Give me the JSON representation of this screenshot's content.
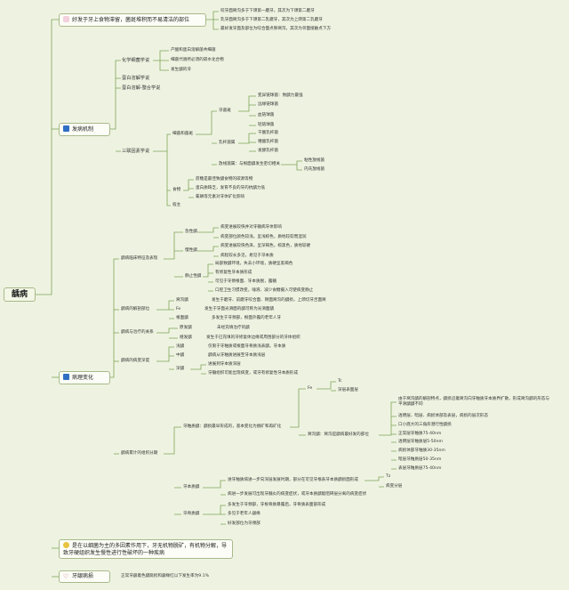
{
  "root": "龋病",
  "top1": "好发于牙上食物滞留，菌斑堆积而不易清洁的部位",
  "top1_notes": [
    "咬牙面窝沟多于下颌第一磨牙，其次为下颌第二磨牙",
    "乳牙面窝沟多于下颌第二乳磨牙，其次为上颌第二乳磨牙",
    "最好发牙面及部位为咬合面点隙窝沟，其次为邻面接触点下方"
  ],
  "pathogenesis": {
    "label": "发病机制",
    "chem": {
      "label": "化学细菌学说",
      "items": [
        "产酸和蛋白溶解菌共细菌",
        "细菌代谢所必须的碳水化合物",
        "发生龋的牙"
      ]
    },
    "protein": "蛋白溶解学说",
    "chelation": "蛋白溶解-螯合学说",
    "triad": "三联因素学说",
    "bacteria": "细菌和菌斑",
    "plaque": "牙菌斑",
    "plaque_items": [
      "变异链球菌：致龋力最强",
      "远缘链球菌",
      "血链球菌",
      "轻链球菌"
    ],
    "lacto": "乳杆菌属",
    "lacto_items": [
      "干酪乳杆菌",
      "嗜酸乳杆菌",
      "发酵乳杆菌"
    ],
    "actino": "放线菌属：与根面龋发生密切相关",
    "actino_items": [
      "粘性放线菌",
      "内氏放线菌"
    ],
    "food": "食物",
    "food_items": [
      "蔗糖是最佳致龋食物的碳源等物",
      "蛋白质缺乏，发育不良的牙的抗龋力低",
      "氟磷等元素对牙体矿化影响"
    ],
    "host": "宿主"
  },
  "pathology": {
    "label": "病理变化",
    "clinical": "龋病临床特征及表现",
    "color_label": "急性龋",
    "color_items": [
      "病变进展较快并对牙髓病牙体影响",
      "病变部位颜色较浅，呈浅棕色，质地较软而湿润"
    ],
    "chronic_label": "慢性龋",
    "chronic_items": [
      "病变进展较快色泽，呈深褐色，棕黑色，质地较硬",
      "病程较长多见，易见于牙本质"
    ],
    "static_label": "静止性龋",
    "static_items": [
      "局部致龋环境，失去小环境，质硬呈黑褐色",
      "有修复性牙本质形成",
      "可见于牙颈根面、牙本质脱，露髓",
      "口腔卫生习惯改变，唾液、减少食糖摄入可使病变静止"
    ],
    "site_label": "龋病的解剖部位",
    "site_a": "窝沟龋",
    "site_a_desc": "发生于磨牙、前磨牙咬合面、颊面窝沟的龋损，上颌切牙舌面窝",
    "site_b": "Fe",
    "site_b_desc": "发生于牙面光滑面的龋可称为光滑面龋",
    "site_c": "根面龋",
    "site_c_desc": "多发生于牙颈部，根面外露的老年人牙",
    "treat_label": "龋病与治疗的关系",
    "treat_a": "原发龋",
    "treat_a_desc": "未经充填治疗的龋",
    "treat_b": "继发龋",
    "treat_b_desc": "发生于已充填的牙修复体边缘或周围部分的牙体组织",
    "depth_label": "龋病的病变深度",
    "depth_a": "浅龋",
    "depth_a_desc": "仅限于牙釉质或根面牙骨质浅表龋，牙本质",
    "depth_b": "中龋",
    "depth_b_desc": "龋病从牙釉质进展至牙本质浅层",
    "depth_c": "深龋",
    "depth_c_desc": "进展到牙本质深层",
    "depth_c_desc2": "牙髓组织可能出现病变，或牙有修复性牙本质形成",
    "micro_label": "龋病累计的组织分期",
    "enamel_label": "牙釉质龋：龋损最早形成的，基本变化为脱矿和再矿化",
    "smooth_label": "窝沟龋：窝沟是龋病最好发的部位",
    "fe": "Fe",
    "tc": "Tc",
    "tc_sub": "深层表面层",
    "zones_intro": "由于窝沟龋的解剖特点，龋损沿着窝沟向牙釉质牙本质界扩散，形成窝沟龋的形态与平滑龋龋不同",
    "zones": [
      "透明层、暗层、病损体部及表层，病损的层次形态",
      "口小底大的三角形潜行性龋损",
      "正常层牙釉质75-40nm",
      "透明层牙釉质层5-50nm",
      "病损体部牙釉质30-35nm",
      "暗层牙釉质层50-35nm",
      "表层牙釉质层75-40nm"
    ],
    "dentin_label": "牙本质龋",
    "dentin_items": [
      "进牙釉质病进一步向深层发展时期，部分在可见牙根表牙本质龋损面形成",
      "病进一步发展可出现牙髓炎的病变症状，或牙本质龋能阻碍层分离的病变症状"
    ],
    "dentin_side": [
      "Tz",
      "病变分层"
    ],
    "cementum_label": "牙骨质龋",
    "cementum_items": [
      "多发生于牙颈部，牙根骨质暴露后，牙骨质表面部形成",
      "多见于老年人龈缘",
      "好发部位为牙颈部"
    ]
  },
  "definition": "是在以细菌为主的多因素作用下，牙无机物脱矿，有机物分解，导致牙硬组织发生慢性进行性破坏的一种疾病",
  "epidemiology": {
    "label": "牙龈病损",
    "note": "正常牙龈着色龋腐损和龈缘红以下发生率为9.1%"
  },
  "colors": {
    "line": "#7fa45a",
    "box_border": "#a8b98a",
    "background": "#eef3e1",
    "accent_blue": "#2f6fc4",
    "accent_pink": "#d04a7a",
    "accent_yellow": "#e8c340"
  }
}
